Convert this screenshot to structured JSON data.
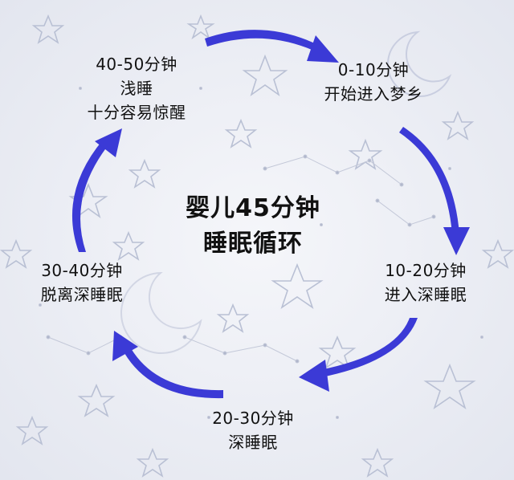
{
  "title": {
    "line1": "婴儿45分钟",
    "line2": "睡眠循环"
  },
  "stages": [
    {
      "time": "0-10分钟",
      "desc": "开始进入梦乡"
    },
    {
      "time": "10-20分钟",
      "desc": "进入深睡眠"
    },
    {
      "time": "20-30分钟",
      "desc": "深睡眠"
    },
    {
      "time": "30-40分钟",
      "desc": "脱离深睡眠"
    },
    {
      "time": "40-50分钟",
      "desc": "浅睡",
      "desc2": "十分容易惊醒"
    }
  ],
  "colors": {
    "arrow": "#3b3ad6",
    "background": "#eef0f6",
    "star": "#b9c0d4"
  },
  "icons": [
    "star-icon",
    "moon-icon",
    "constellation-icon",
    "cycle-arrow-icon"
  ]
}
